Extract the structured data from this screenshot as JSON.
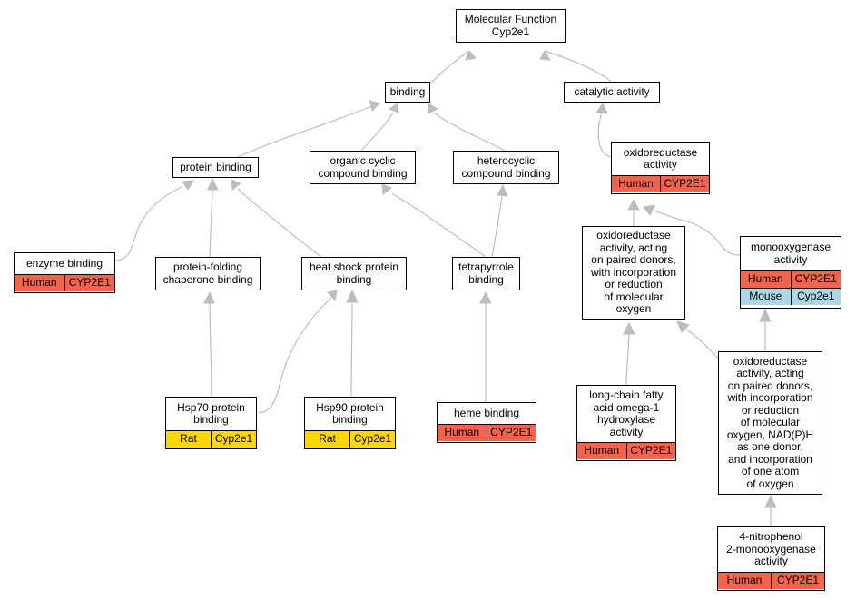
{
  "colors": {
    "edge": "#bdbdbd",
    "human": "#f4634a",
    "mouse": "#add8e6",
    "rat": "#ffd700"
  },
  "nodes": {
    "root": {
      "label": "Molecular Function\nCyp2e1"
    },
    "binding": {
      "label": "binding"
    },
    "catalytic": {
      "label": "catalytic activity"
    },
    "protein_binding": {
      "label": "protein binding"
    },
    "organic_cyclic": {
      "label": "organic cyclic\ncompound binding"
    },
    "heterocyclic": {
      "label": "heterocyclic\ncompound binding"
    },
    "oxidoreductase": {
      "label": "oxidoreductase\nactivity",
      "ann": [
        [
          "Human",
          "CYP2E1"
        ]
      ]
    },
    "enzyme_binding": {
      "label": "enzyme binding",
      "ann": [
        [
          "Human",
          "CYP2E1"
        ]
      ]
    },
    "protein_folding": {
      "label": "protein-folding\nchaperone binding"
    },
    "heat_shock": {
      "label": "heat shock protein\nbinding"
    },
    "tetrapyrrole": {
      "label": "tetrapyrrole\nbinding"
    },
    "oxido_paired": {
      "label": "oxidoreductase\nactivity, acting\non paired donors,\nwith incorporation\nor reduction\nof molecular\noxygen"
    },
    "monooxygenase": {
      "label": "monooxygenase\nactivity",
      "ann": [
        [
          "Human",
          "CYP2E1"
        ],
        [
          "Mouse",
          "Cyp2e1"
        ]
      ]
    },
    "hsp70": {
      "label": "Hsp70 protein\nbinding",
      "ann": [
        [
          "Rat",
          "Cyp2e1"
        ]
      ]
    },
    "hsp90": {
      "label": "Hsp90 protein\nbinding",
      "ann": [
        [
          "Rat",
          "Cyp2e1"
        ]
      ]
    },
    "heme": {
      "label": "heme binding",
      "ann": [
        [
          "Human",
          "CYP2E1"
        ]
      ]
    },
    "longchain": {
      "label": "long-chain fatty\nacid omega-1\nhydroxylase\nactivity",
      "ann": [
        [
          "Human",
          "CYP2E1"
        ]
      ]
    },
    "oxido_nadph": {
      "label": "oxidoreductase\nactivity, acting\non paired donors,\nwith incorporation\nor reduction\nof molecular\noxygen, NAD(P)H\nas one donor,\nand incorporation\nof one atom\nof oxygen"
    },
    "nitrophenol": {
      "label": "4-nitrophenol\n2-monooxygenase\nactivity",
      "ann": [
        [
          "Human",
          "CYP2E1"
        ]
      ]
    }
  }
}
